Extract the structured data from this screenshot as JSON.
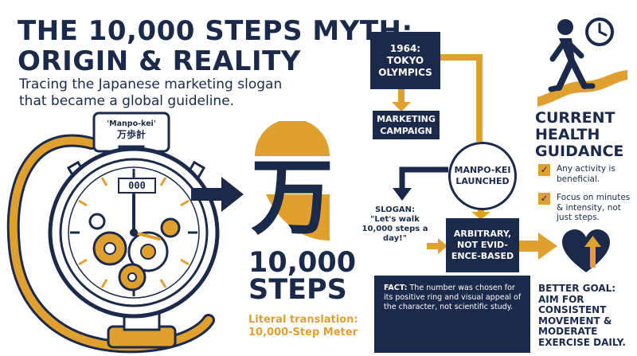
{
  "header": {
    "title_line1": "THE 10,000 STEPS MYTH:",
    "title_line2": "ORIGIN & REALITY",
    "subtitle_line1": "Tracing the Japanese marketing slogan",
    "subtitle_line2": "that became a global guideline."
  },
  "watch": {
    "tag": "'Manpo-kei'",
    "kanji": "万歩計",
    "counter": "000"
  },
  "center": {
    "kanji": "万",
    "number": "10,000",
    "steps": "STEPS",
    "literal_line1": "Literal translation:",
    "literal_line2": "10,000-Step Meter"
  },
  "flow": {
    "olympics": "1964:\nTOKYO\nOLYMPICS",
    "campaign": "MARKETING\nCAMPAIGN",
    "manpo": "MANPO-KEI\nLAUNCHED",
    "slogan_label": "SLOGAN:",
    "slogan_text": "\"Let's walk 10,000 steps a day!\"",
    "arbitrary": "ARBITRARY,\nNOT EVID-\nENCE-BASED",
    "fact_label": "FACT:",
    "fact_text": " The number was chosen for its positive ring and visual appeal of the character, not scientific study."
  },
  "guidance": {
    "title": "CURRENT\nHEALTH\nGUIDANCE",
    "items": [
      {
        "text": "Any activity is beneficial."
      },
      {
        "text": "Focus on minutes & intensity, not just steps."
      }
    ],
    "better_goal": "BETTER GOAL: AIM FOR CONSISTENT MOVEMENT & MODERATE EXERCISE DAILY."
  },
  "colors": {
    "navy": "#1b2a4a",
    "orange": "#e0a030",
    "white": "#ffffff"
  },
  "icons": [
    "watch-icon",
    "walking-person-icon",
    "clock-icon",
    "heart-arrow-icon",
    "check-icon",
    "arrow-right-icon"
  ]
}
